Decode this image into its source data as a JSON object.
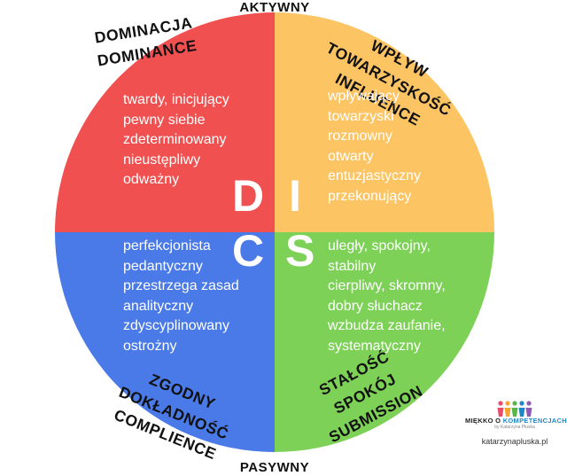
{
  "poles": {
    "top": "AKTYWNY",
    "bottom": "PASYWNY"
  },
  "letters": {
    "d": "D",
    "i": "I",
    "c": "C",
    "s": "S"
  },
  "quadrants": {
    "dominance": {
      "color": "#f05050",
      "title_lines": [
        "DOMINACJA",
        "DOMINANCE"
      ],
      "traits": [
        "twardy, inicjujący",
        "pewny siebie",
        "zdeterminowany",
        "nieustępliwy",
        "odważny"
      ]
    },
    "influence": {
      "color": "#fdc463",
      "title_lines": [
        "WPŁYW",
        "TOWARZYSKOŚĆ",
        "INFLUENCE"
      ],
      "traits": [
        "wpływający",
        "towarzyski",
        "rozmowny",
        "otwarty",
        "entuzjastyczny",
        "przekonujący"
      ]
    },
    "compliance": {
      "color": "#4a79e8",
      "title_lines": [
        "ZGODNY",
        "DOKŁADNOŚĆ",
        "COMPLIENCE"
      ],
      "traits": [
        "perfekcjonista",
        "pedantyczny",
        "przestrzega zasad",
        "analityczny",
        "zdyscyplinowany",
        "ostrożny"
      ]
    },
    "steadiness": {
      "color": "#7cd156",
      "title_lines": [
        "STAŁOŚĆ",
        "SPOKÓJ",
        "SUBMISSION"
      ],
      "traits": [
        "uległy, spokojny,",
        "stabilny",
        "cierpliwy, skromny,",
        "dobry słuchacz",
        "wzbudza zaufanie,",
        "systematyczny"
      ]
    }
  },
  "logo": {
    "brand_prefix": "MIĘKKO O ",
    "brand_highlight": "KOMPETENCJACH",
    "by": "by Katarzyna Płuska",
    "url": "katarzynapluska.pl",
    "figure_colors": [
      "#e94b6b",
      "#f7a531",
      "#5bb548",
      "#1e88c7",
      "#8e5bb5"
    ]
  }
}
